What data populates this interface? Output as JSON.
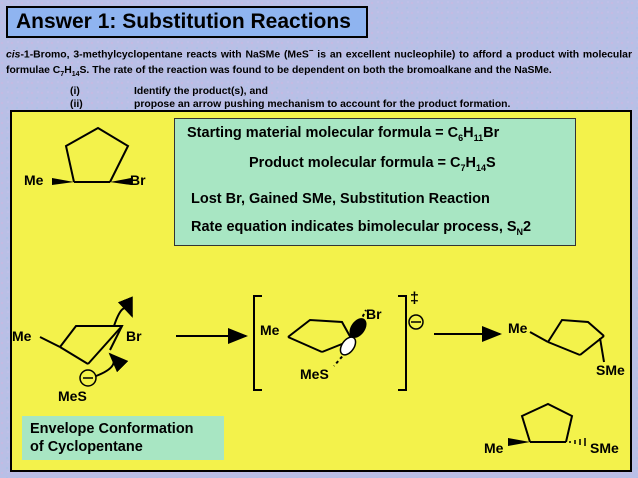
{
  "title": "Answer 1:  Substitution Reactions",
  "intro": {
    "prefix_italic": "cis",
    "text_a": "-1-Bromo, 3-methylcyclopentane reacts with NaSMe (MeS",
    "text_b": " is an excellent nucleophile) to afford a product with molecular formulae C",
    "sub1": "7",
    "h": "H",
    "sub2": "14",
    "text_c": "S.  The rate of the reaction was found to be dependent on both the bromoalkane and the NaSMe."
  },
  "questions": [
    {
      "num": "(i)",
      "text": "Identify the product(s), and"
    },
    {
      "num": "(ii)",
      "text": "propose an arrow pushing mechanism to account for the product formation."
    }
  ],
  "info": {
    "line1_text": "Starting material molecular formula = C",
    "line1_sub1": "6",
    "line1_h": "H",
    "line1_sub2": "11",
    "line1_end": "Br",
    "line2_text": "Product molecular formula = C",
    "line2_sub1": "7",
    "line2_h": "H",
    "line2_sub2": "14",
    "line2_end": "S",
    "line3": "Lost Br, Gained SMe, Substitution Reaction",
    "line4_text": "Rate equation indicates bimolecular process, S",
    "line4_sub": "N",
    "line4_end": "2"
  },
  "labels": {
    "me": "Me",
    "br": "Br",
    "mes": "MeS",
    "sme": "SMe",
    "ts_symbol": "‡",
    "minus": "−"
  },
  "envelope": {
    "line1": "Envelope    Conformation",
    "line2": "of Cyclopentane"
  },
  "colors": {
    "background": "#b7bde4",
    "title_box": "#8fb4f0",
    "panel": "#f3f24b",
    "info_box": "#a8e6c3"
  }
}
